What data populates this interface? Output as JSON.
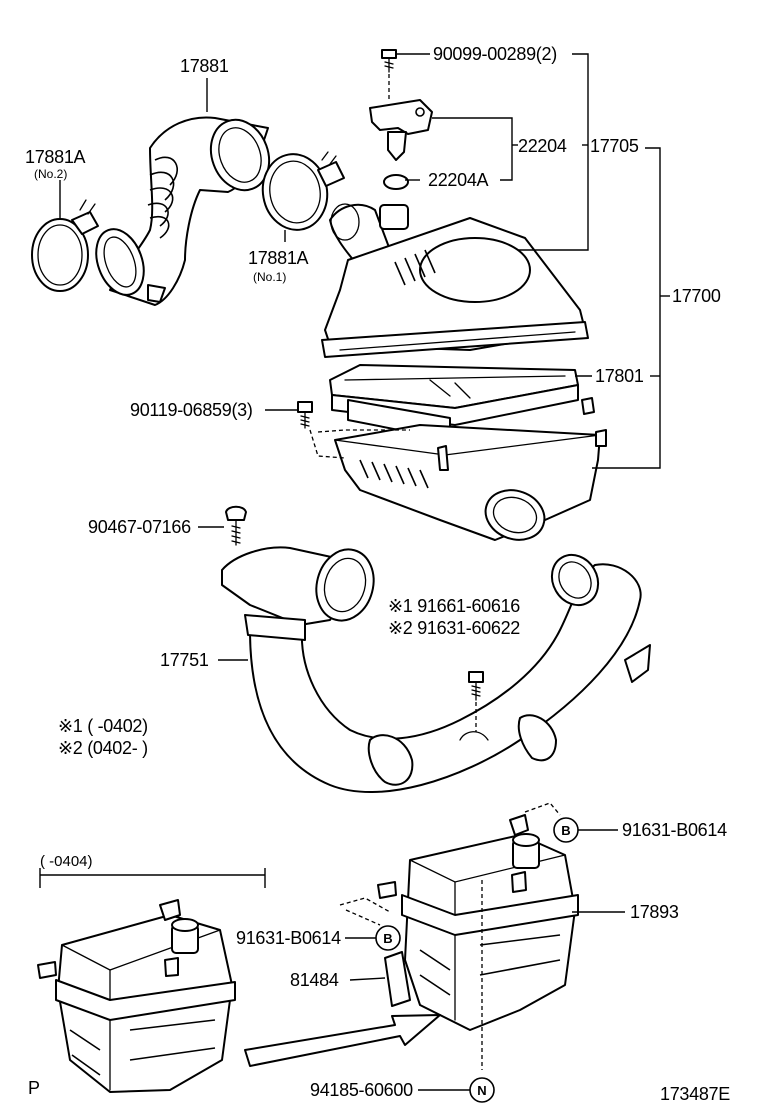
{
  "labels": {
    "p17881": "17881",
    "p17881A_no2": "17881A",
    "no2": "(No.2)",
    "p17881A_no1": "17881A",
    "no1": "(No.1)",
    "p90099": "90099-00289(2)",
    "p22204": "22204",
    "p22204A": "22204A",
    "p17705": "17705",
    "p17700": "17700",
    "p17801": "17801",
    "p90119": "90119-06859(3)",
    "p90467": "90467-07166",
    "p91661": "※1  91661-60616",
    "p91631": "※2  91631-60622",
    "p17751": "17751",
    "note1": "※1 (    -0402)",
    "note2": "※2 (0402-    )",
    "range": "(    -0404)",
    "p91631B_right": "91631-B0614",
    "p91631B_left": "91631-B0614",
    "p17893": "17893",
    "p81484": "81484",
    "p94185": "94185-60600",
    "corner_p": "P",
    "figure_id": "173487E"
  },
  "markers": {
    "b_right": "B",
    "b_left": "B",
    "n_bottom": "N"
  }
}
